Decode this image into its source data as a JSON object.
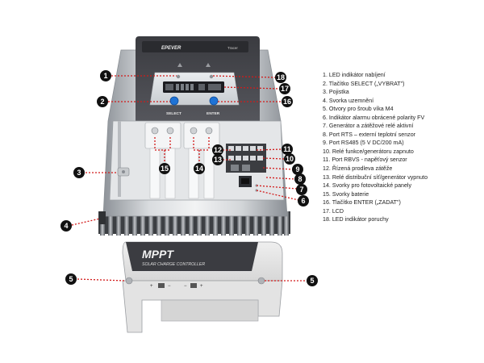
{
  "device": {
    "brand_logo_text": "EPEVER",
    "model": "Tracer",
    "select_label": "SELECT",
    "enter_label": "ENTER",
    "cover_title": "MPPT",
    "cover_subtitle": "SOLAR CHARGE CONTROLLER",
    "cover_plus": "+",
    "cover_minus": "−"
  },
  "callout_color": "#d21a1a",
  "marker_color": "#111111",
  "legend": [
    {
      "num": 1,
      "text": "LED indikátor nabíjení"
    },
    {
      "num": 2,
      "text": "Tlačítko SELECT („VYBRAT\")"
    },
    {
      "num": 3,
      "text": "Pojistka"
    },
    {
      "num": 4,
      "text": "Svorka uzemnění"
    },
    {
      "num": 5,
      "text": "Otvory pro šroub víka M4"
    },
    {
      "num": 6,
      "text": "Indikátor alarmu obrácené polarity FV"
    },
    {
      "num": 7,
      "text": "Generátor a zátěžové relé aktivní"
    },
    {
      "num": 8,
      "text": "Port RTS – externí teplotní senzor"
    },
    {
      "num": 9,
      "text": "Port RS485 (5 V DC/200 mA)"
    },
    {
      "num": 10,
      "text": "Relé funkce/generátoru zapnuto"
    },
    {
      "num": 11,
      "text": "Port RBVS - napěťový senzor"
    },
    {
      "num": 12,
      "text": "Řízená prodleva zátěže"
    },
    {
      "num": 13,
      "text": "Relé distribuční síť/generátor vypnuto"
    },
    {
      "num": 14,
      "text": "Svorky pro fotovoltaické panely"
    },
    {
      "num": 15,
      "text": "Svorky baterie"
    },
    {
      "num": 16,
      "text": "Tlačítko ENTER („ZADAT\")"
    },
    {
      "num": 17,
      "text": "LCD"
    },
    {
      "num": 18,
      "text": "LED indikátor poruchy"
    }
  ]
}
